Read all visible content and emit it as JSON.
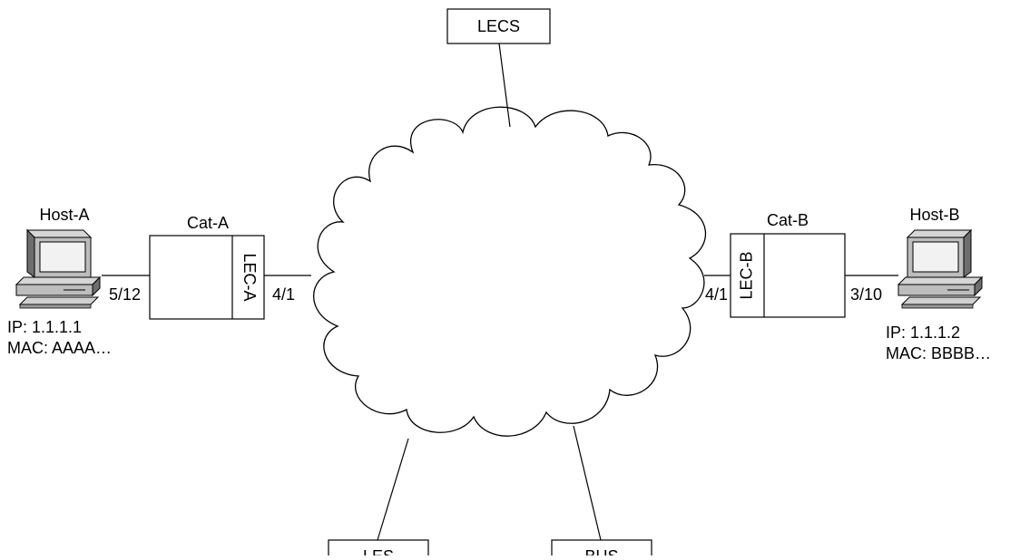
{
  "servers": {
    "lecs": "LECS",
    "les": "LES",
    "bus": "BUS"
  },
  "host_a": {
    "name": "Host-A",
    "ip": "IP: 1.1.1.1",
    "mac": "MAC: AAAA…"
  },
  "host_b": {
    "name": "Host-B",
    "ip": "IP: 1.1.1.2",
    "mac": "MAC: BBBB…"
  },
  "cat_a": {
    "name": "Cat-A",
    "lec": "LEC-A",
    "host_port": "5/12",
    "atm_port": "4/1"
  },
  "cat_b": {
    "name": "Cat-B",
    "lec": "LEC-B",
    "host_port": "3/10",
    "atm_port": "4/1"
  },
  "icons": {
    "host": "desktop-computer-icon",
    "network": "atm-cloud-icon"
  }
}
